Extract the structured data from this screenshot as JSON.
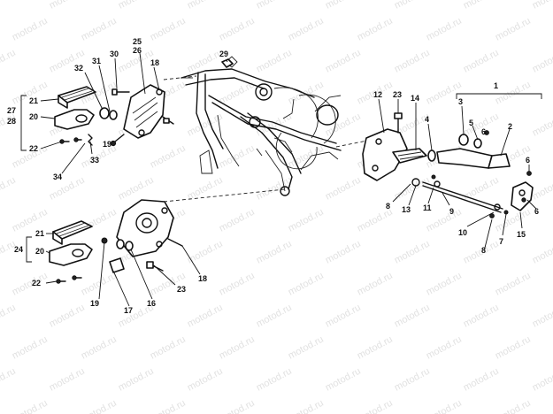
{
  "watermark": "motod.ru",
  "callouts": {
    "n1": "1",
    "n2": "2",
    "n3": "3",
    "n4": "4",
    "n5": "5",
    "n6a": "6",
    "n6b": "6",
    "n6c": "6",
    "n7": "7",
    "n8a": "8",
    "n8b": "8",
    "n9": "9",
    "n10": "10",
    "n11": "11",
    "n12": "12",
    "n13": "13",
    "n14": "14",
    "n15": "15",
    "n16": "16",
    "n17": "17",
    "n18a": "18",
    "n18b": "18",
    "n19a": "19",
    "n19b": "19",
    "n20a": "20",
    "n20b": "20",
    "n21a": "21",
    "n21b": "21",
    "n22a": "22",
    "n22b": "22",
    "n23a": "23",
    "n23b": "23",
    "n24": "24",
    "n25": "25",
    "n26": "26",
    "n27": "27",
    "n28": "28",
    "n29": "29",
    "n30": "30",
    "n31": "31",
    "n32": "32",
    "n33": "33",
    "n34": "34"
  }
}
